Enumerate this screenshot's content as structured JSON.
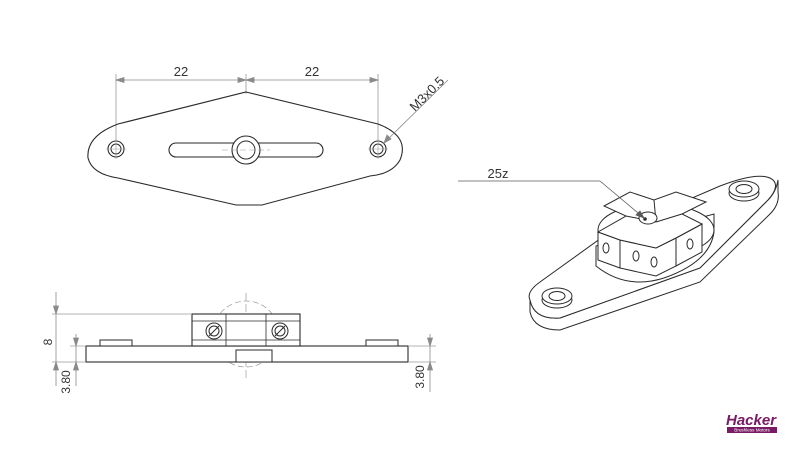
{
  "drawing": {
    "top_view": {
      "dim_left": "22",
      "dim_right": "22",
      "thread_label": "M3x0.5"
    },
    "iso_view": {
      "spline_label": "25z"
    },
    "side_view": {
      "dim_height": "8",
      "dim_plate_left": "3.80",
      "dim_plate_right": "3.80"
    }
  },
  "logo": {
    "name": "Hacker",
    "tagline": "Brushless Motors",
    "colors": {
      "primary": "#7a1a64",
      "accent": "#b03a8e"
    }
  },
  "colors": {
    "line": "#2a2a2a",
    "dimension": "#8a8a8a",
    "background": "#ffffff"
  }
}
